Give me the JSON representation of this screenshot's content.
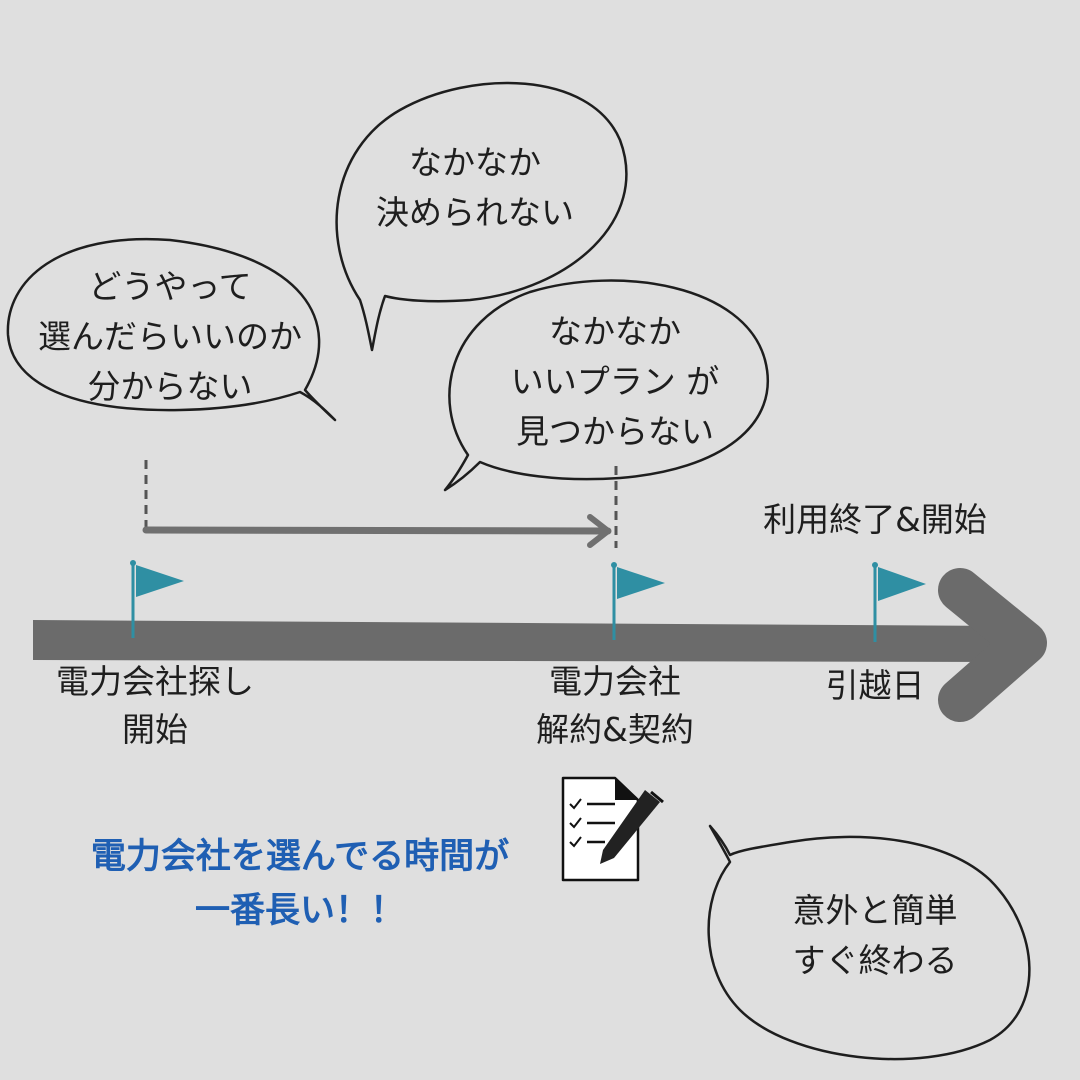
{
  "bubbles": {
    "how_to_choose": {
      "lines": [
        "どうやって",
        "選んだらいいのか",
        "分からない"
      ]
    },
    "cant_decide": {
      "lines": [
        "なかなか",
        "決められない"
      ]
    },
    "no_good_plan": {
      "lines": [
        "なかなか",
        "いいプラン が",
        "見つからない"
      ]
    },
    "easy_finish": {
      "lines": [
        "意外と簡単",
        "すぐ終わる"
      ]
    }
  },
  "milestones": {
    "search_start": {
      "lines": [
        "電力会社探し",
        "開始"
      ]
    },
    "contract": {
      "lines": [
        "電力会社",
        "解約&契約"
      ]
    },
    "moving_day": {
      "above": "利用終了&開始",
      "below": "引越日"
    }
  },
  "highlight": {
    "lines": [
      "電力会社を選んでる時間が",
      "一番長い！！"
    ]
  },
  "icons": {
    "flag": "flag-icon",
    "contract": "contract-pen-icon"
  },
  "colors": {
    "background": "#dfdfdf",
    "timeline": "#6b6b6b",
    "flag": "#2f8fa3",
    "highlight": "#1f5fb3",
    "text": "#1e1e1e"
  }
}
